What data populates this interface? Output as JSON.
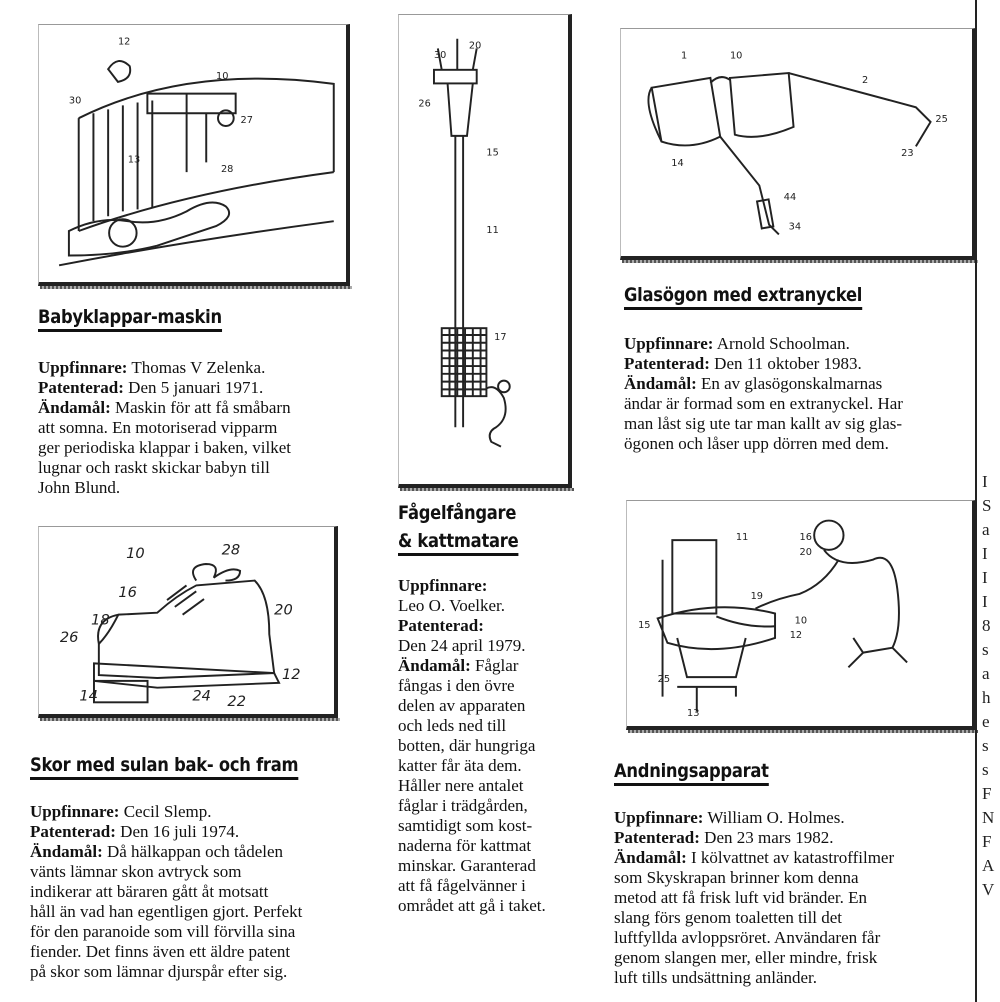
{
  "articles": [
    {
      "title": "Babyklappar-maskin",
      "inventor_label": "Uppfinnare:",
      "inventor": "Thomas V Zelenka.",
      "patented_label": "Patenterad:",
      "patented": "Den 5 januari 1971.",
      "purpose_label": "Ändamål:",
      "purpose_lines": [
        "Maskin för att få småbarn",
        "att somna. En motoriserad vipparm",
        "ger periodiska klappar i baken, vilket",
        "lugnar och raskt skickar babyn till",
        "John Blund."
      ]
    },
    {
      "title": "Skor med sulan bak- och fram",
      "inventor_label": "Uppfinnare:",
      "inventor": "Cecil Slemp.",
      "patented_label": "Patenterad:",
      "patented": "Den 16 juli 1974.",
      "purpose_label": "Ändamål:",
      "purpose_lines": [
        "Då hälkappan och tådelen",
        "vänts lämnar skon avtryck som",
        "indikerar att bäraren gått åt motsatt",
        "håll än vad han egentligen gjort. Perfekt",
        "för den paranoide som vill förvilla sina",
        "fiender. Det finns även ett äldre patent",
        "på skor som lämnar djurspår efter sig."
      ]
    },
    {
      "title_lines": [
        "Fågelfångare",
        "& kattmatare"
      ],
      "inventor_label": "Uppfinnare:",
      "inventor": "Leo O. Voelker.",
      "patented_label": "Patenterad:",
      "patented": "Den 24 april 1979.",
      "purpose_label": "Ändamål:",
      "purpose_lines": [
        "Fåglar",
        "fångas i den övre",
        "delen av apparaten",
        "och leds ned till",
        "botten, där hungriga",
        "katter får äta dem.",
        "Håller nere antalet",
        "fåglar i trädgården,",
        "samtidigt som kost-",
        "naderna för kattmat",
        "minskar. Garanterad",
        "att få fågelvänner i",
        "området att gå i taket."
      ]
    },
    {
      "title": "Glasögon med extranyckel",
      "inventor_label": "Uppfinnare:",
      "inventor": "Arnold Schoolman.",
      "patented_label": "Patenterad:",
      "patented": "Den 11 oktober 1983.",
      "purpose_label": "Ändamål:",
      "purpose_lines": [
        "En av glasögonskalmarnas",
        "ändar är formad som en extranyckel. Har",
        "man låst sig ute tar man kallt av sig glas-",
        "ögonen och låser upp dörren med dem."
      ]
    },
    {
      "title": "Andningsapparat",
      "inventor_label": "Uppfinnare:",
      "inventor": "William O. Holmes.",
      "patented_label": "Patenterad:",
      "patented": "Den 23 mars 1982.",
      "purpose_label": "Ändamål:",
      "purpose_lines": [
        "I kölvattnet av katastroffilmer",
        "som Skyskrapan brinner kom denna",
        "metod att få frisk luft vid bränder. En",
        "slang förs genom toaletten till det",
        "luftfyllda avloppsröret. Användaren får",
        "genom slangen mer, eller mindre, frisk",
        "luft tills undsättning anländer."
      ]
    }
  ],
  "shoe_figure_labels": [
    "10",
    "28",
    "16",
    "20",
    "18",
    "26",
    "12",
    "14",
    "24",
    "22"
  ],
  "margin_fragments": [
    "I",
    "S",
    "a",
    "I",
    "I",
    "I",
    "8",
    "s",
    "a",
    "h",
    "e",
    "s",
    "s",
    "F",
    "N",
    "F",
    "A",
    "V"
  ]
}
